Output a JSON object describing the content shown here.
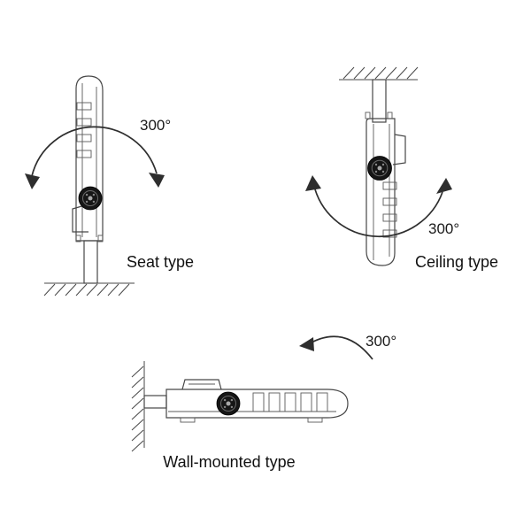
{
  "figures": {
    "seat": {
      "label": "Seat type",
      "angle": "300°"
    },
    "ceiling": {
      "label": "Ceiling type",
      "angle": "300°"
    },
    "wall": {
      "label": "Wall-mounted type",
      "angle": "300°"
    }
  },
  "colors": {
    "background": "#ffffff",
    "line": "#474747",
    "arrow": "#2e2e2e",
    "knob": "#161616"
  }
}
